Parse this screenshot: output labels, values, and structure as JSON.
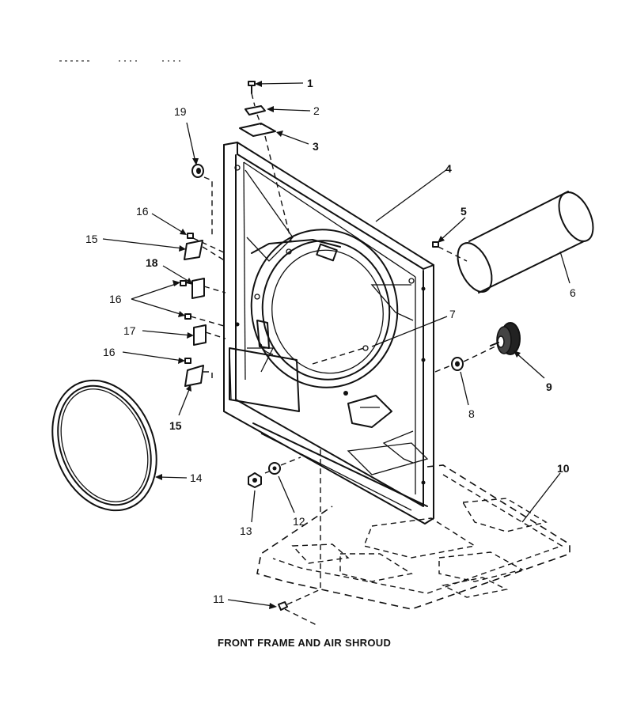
{
  "caption": "FRONT FRAME AND AIR SHROUD",
  "callouts": [
    {
      "id": "1",
      "text": "1"
    },
    {
      "id": "2",
      "text": "2"
    },
    {
      "id": "3",
      "text": "3"
    },
    {
      "id": "4",
      "text": "4"
    },
    {
      "id": "5",
      "text": "5"
    },
    {
      "id": "6",
      "text": "6"
    },
    {
      "id": "7",
      "text": "7"
    },
    {
      "id": "8",
      "text": "8"
    },
    {
      "id": "9",
      "text": "9"
    },
    {
      "id": "10",
      "text": "10"
    },
    {
      "id": "11",
      "text": "11"
    },
    {
      "id": "12",
      "text": "12"
    },
    {
      "id": "13",
      "text": "13"
    },
    {
      "id": "14",
      "text": "14"
    },
    {
      "id": "15a",
      "text": "15"
    },
    {
      "id": "15b",
      "text": "15"
    },
    {
      "id": "16a",
      "text": "16"
    },
    {
      "id": "16b",
      "text": "16"
    },
    {
      "id": "16c",
      "text": "16"
    },
    {
      "id": "17",
      "text": "17"
    },
    {
      "id": "18",
      "text": "18"
    },
    {
      "id": "19",
      "text": "19"
    }
  ]
}
